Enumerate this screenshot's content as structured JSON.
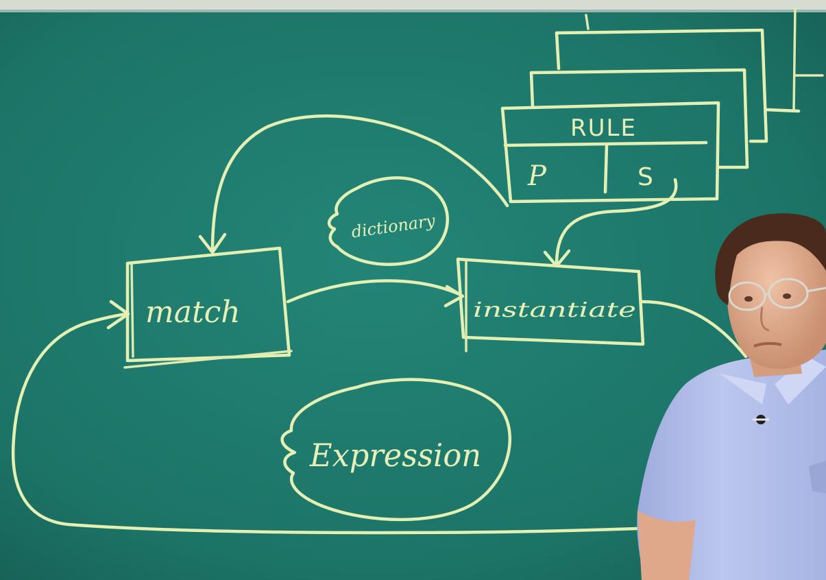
{
  "board": {
    "rule_label": "RULE",
    "pattern_label": "P",
    "skeleton_label": "S",
    "match_label": "match",
    "instantiate_label": "instantiate",
    "dictionary_label": "dictionary",
    "expression_label": "Expression"
  },
  "colors": {
    "board": "#1e7a6e",
    "chalk": "#e4efb4",
    "shirt": "#b7c3ec",
    "skin": "#e7b497",
    "hair": "#4a2a1c"
  }
}
